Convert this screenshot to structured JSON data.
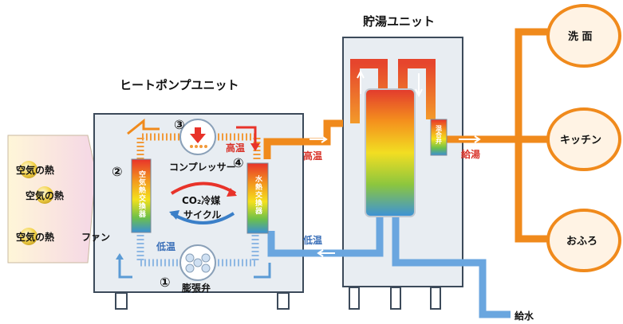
{
  "title_heatpump": "ヒートポンプユニット",
  "title_tank": "貯湯ユニット",
  "air": [
    "空気の熱",
    "空気の熱",
    "空気の熱"
  ],
  "fan": "ファン",
  "steps": {
    "s1": "①",
    "s2": "②",
    "s3": "③",
    "s4": "④"
  },
  "compressor": "コンプレッサー",
  "expansion_valve": "膨張弁",
  "cycle_line1": "CO₂冷媒",
  "cycle_line2": "サイクル",
  "hx_air": "空気熱交換器",
  "hx_water": "水熱交換器",
  "mix_valve": "混合弁",
  "temp_high": "高温",
  "temp_low": "低温",
  "pipe_high": "高温",
  "pipe_low": "低温",
  "hot_supply": "給湯",
  "water_supply": "給水",
  "outlets": [
    "洗 面",
    "キッチン",
    "おふろ"
  ],
  "colors": {
    "hot": "#f08a1c",
    "cold": "#5b9bd5",
    "red": "#d9342b",
    "unit_fill": "#e8edf2",
    "unit_stroke": "#3c4a5a"
  }
}
